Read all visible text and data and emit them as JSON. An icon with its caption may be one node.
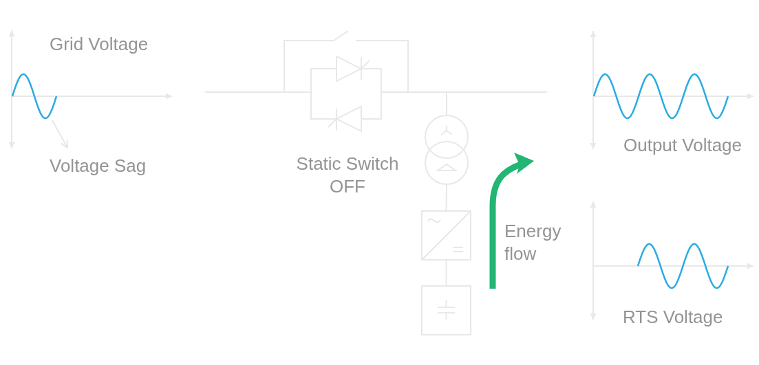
{
  "diagram": {
    "nodes": [
      {
        "text": [],
        "shape": "wave"
      },
      {
        "text": [
          "Voltage Sag"
        ]
      },
      {
        "text": [],
        "shape": "transformer"
      },
      {
        "text": [],
        "shape": "box"
      },
      {
        "text": [],
        "shape": "box"
      }
    ],
    "edges": [
      {
        "from": 0,
        "to": 1,
        "arrow": "to"
      },
      {
        "from": 2,
        "to": 3,
        "arrow": "none"
      },
      {
        "from": 3,
        "to": 4,
        "arrow": "none"
      }
    ],
    "labels": [
      "Grid Voltage",
      "Output Voltage",
      "Static Switch OFF",
      "Energy flow",
      "RTS Voltage"
    ]
  }
}
